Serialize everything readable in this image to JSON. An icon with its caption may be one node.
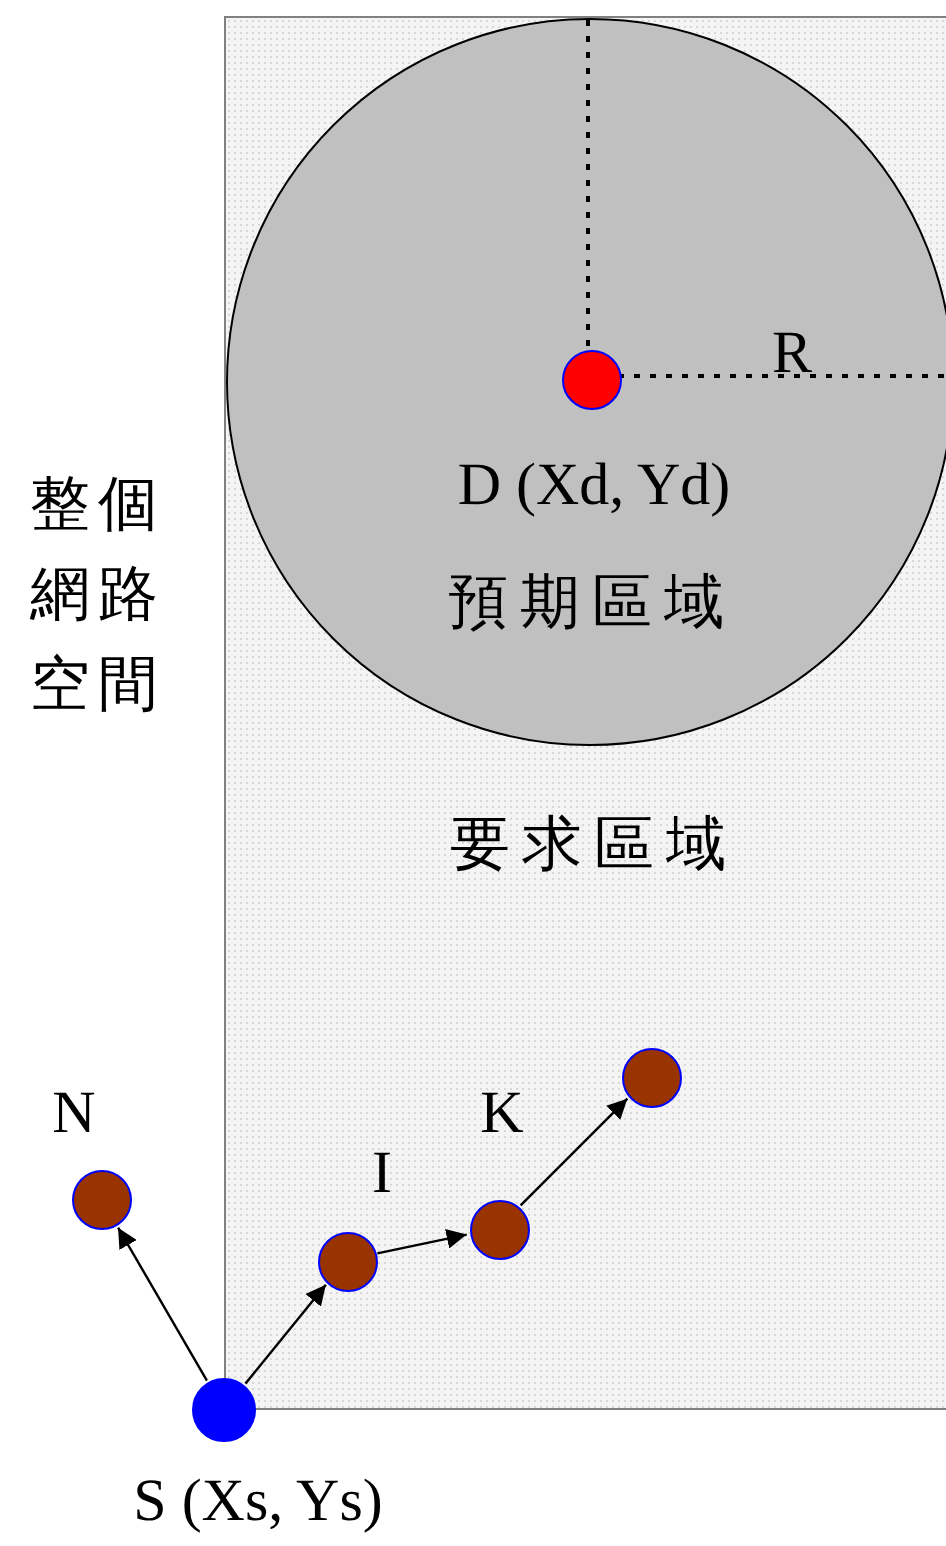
{
  "diagram": {
    "nodes": [
      {
        "text": [
          "要求區域"
        ]
      },
      {
        "text": [
          "預期區域"
        ],
        "in": 0
      },
      {
        "text": [],
        "shape": "circle",
        "beside": [
          "D (Xd, Yd)"
        ],
        "in": 1
      },
      {
        "text": [],
        "shape": "circle",
        "in": 0
      },
      {
        "text": [],
        "shape": "circle",
        "beside": [
          "N"
        ]
      },
      {
        "text": [],
        "shape": "circle",
        "beside": [
          "I"
        ],
        "in": 0
      },
      {
        "text": [],
        "shape": "circle",
        "beside": [
          "K"
        ],
        "in": 0
      },
      {
        "text": [],
        "shape": "circle",
        "beside": [
          "S (Xs, Ys)"
        ]
      }
    ],
    "edges": [
      {
        "from": 7,
        "to": 4,
        "arrow": "to"
      },
      {
        "from": 7,
        "to": 5,
        "arrow": "to"
      },
      {
        "from": 5,
        "to": 6,
        "arrow": "to"
      },
      {
        "from": 6,
        "to": 3,
        "arrow": "to"
      }
    ],
    "labels": [
      "R",
      "整個網路空間"
    ]
  }
}
